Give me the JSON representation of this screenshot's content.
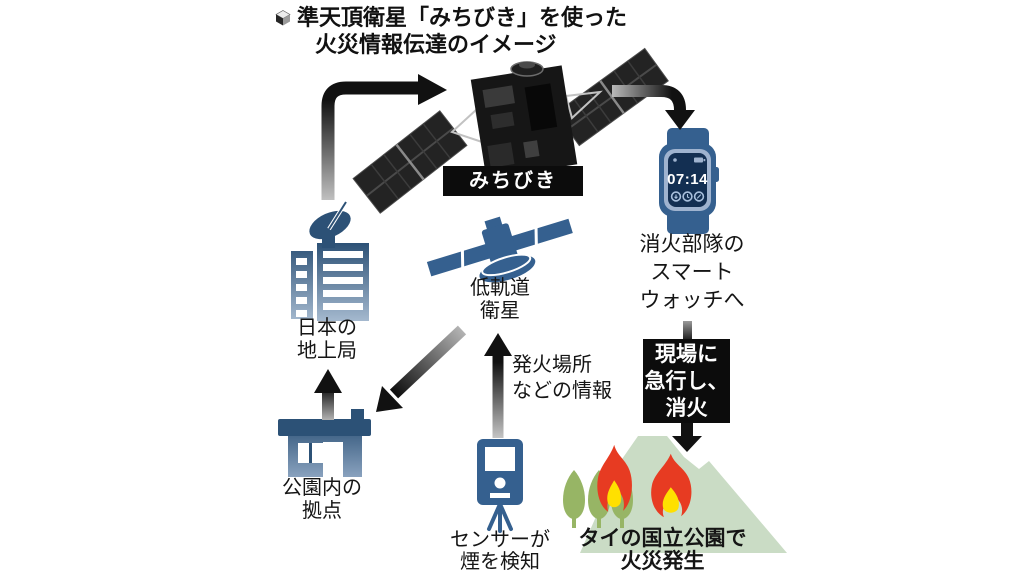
{
  "title": {
    "lines": [
      "準天頂衛星「みちびき」を使った",
      "火災情報伝達のイメージ"
    ]
  },
  "michibiki": {
    "label": "みちびき"
  },
  "smartwatch": {
    "time": "07:14",
    "caption_lines": [
      "消火部隊の",
      "スマート",
      "ウォッチへ"
    ]
  },
  "action_box": {
    "lines": [
      "現場に",
      "急行し、",
      "消火"
    ]
  },
  "fire_site": {
    "caption_lines": [
      "タイの国立公園で",
      "火災発生"
    ]
  },
  "sensor": {
    "caption_lines": [
      "センサーが",
      "煙を検知"
    ]
  },
  "leo_satellite": {
    "caption_lines": [
      "低軌道",
      "衛星"
    ]
  },
  "info_label": {
    "lines": [
      "発火場所",
      "などの情報"
    ]
  },
  "ground_station": {
    "caption_lines": [
      "日本の",
      "地上局"
    ]
  },
  "park_base": {
    "caption_lines": [
      "公園内の",
      "拠点"
    ]
  },
  "icons": {
    "title_bullet": "cube-icon",
    "watch_status": [
      "signal-dot-icon",
      "battery-icon"
    ],
    "watch_complications": "three-circle-complications"
  },
  "colors": {
    "steel_blue": "#35608f",
    "steel_blue_dark": "#2c5176",
    "steel_blue_fade": "#a9bdd2",
    "watch_bezel": "#9fb3cf",
    "watch_screen": "#132f52",
    "flame_red": "#e73b22",
    "flame_yellow": "#ffe000",
    "tree_green": "#97b565",
    "mountain_green": "#cadcc5",
    "arrow_dark": "#111111",
    "banner_black": "#0c0c0c"
  }
}
